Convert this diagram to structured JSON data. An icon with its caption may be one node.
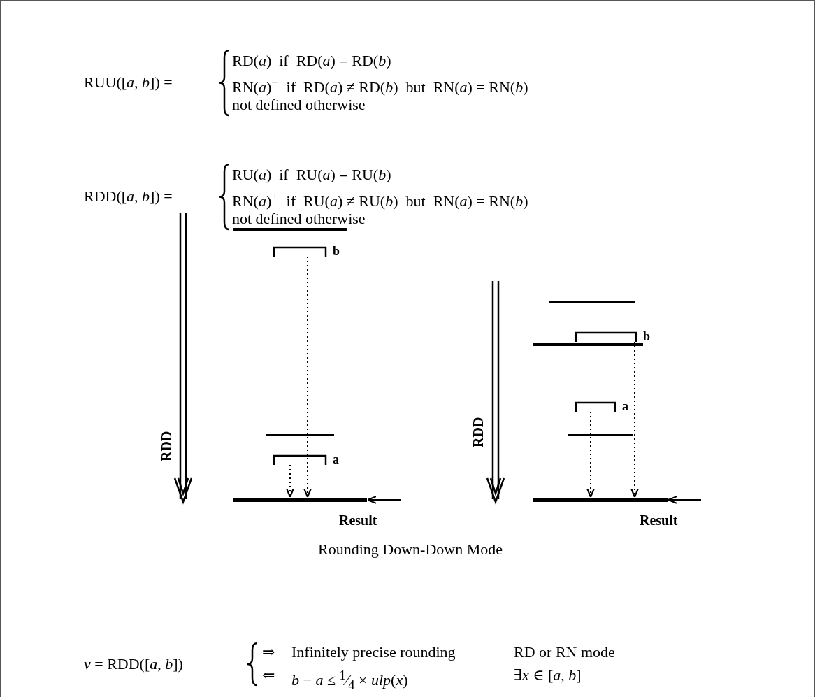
{
  "diagram": {
    "caption": "Rounding Down-Down Mode",
    "nodes": [
      {
        "text": [
          "b"
        ]
      },
      {
        "text": [
          "a"
        ]
      },
      {
        "text": [],
        "shape": "bar",
        "beside": [
          "Result"
        ]
      },
      {
        "text": [
          "b"
        ]
      },
      {
        "text": [
          "a"
        ]
      },
      {
        "text": [],
        "shape": "bar",
        "beside": [
          "Result"
        ]
      }
    ],
    "edges": [
      {
        "from": 1,
        "to": 2,
        "arrow": "to",
        "style": "dashed"
      },
      {
        "from": 0,
        "to": 2,
        "arrow": "to",
        "style": "dashed"
      },
      {
        "from": null,
        "to": 2,
        "arrow": "to"
      },
      {
        "from": 4,
        "to": 5,
        "arrow": "to",
        "style": "dashed"
      },
      {
        "from": 3,
        "to": 5,
        "arrow": "to",
        "style": "dashed"
      },
      {
        "from": null,
        "to": 5,
        "arrow": "to"
      }
    ],
    "labels": [
      "RUU([*a*, *b*]) =",
      "RD(*a*)  if  RD(*a*) = RD(*b*)",
      "RN(*a*)$^{−}$  if  RD(*a*) ≠ RD(*b*)  but  RN(*a*) = RN(*b*)",
      "not defined otherwise",
      "RDD([*a*, *b*]) =",
      "RU(*a*)  if  RU(*a*) = RU(*b*)",
      "RN(*a*)$^{+}$  if  RU(*a*) ≠ RU(*b*)  but  RN(*a*) = RN(*b*)",
      "not defined otherwise",
      "RDD",
      "RDD",
      "*v* = RDD([*a*, *b*])",
      "⇒",
      "Infinitely precise rounding",
      "RD or RN mode",
      "⇐",
      "*b* − *a* ≤ $^{1}$⁄$_{4}$ × *ulp*(*x*)",
      "∃*x* ∈ [*a*, *b*]"
    ]
  }
}
